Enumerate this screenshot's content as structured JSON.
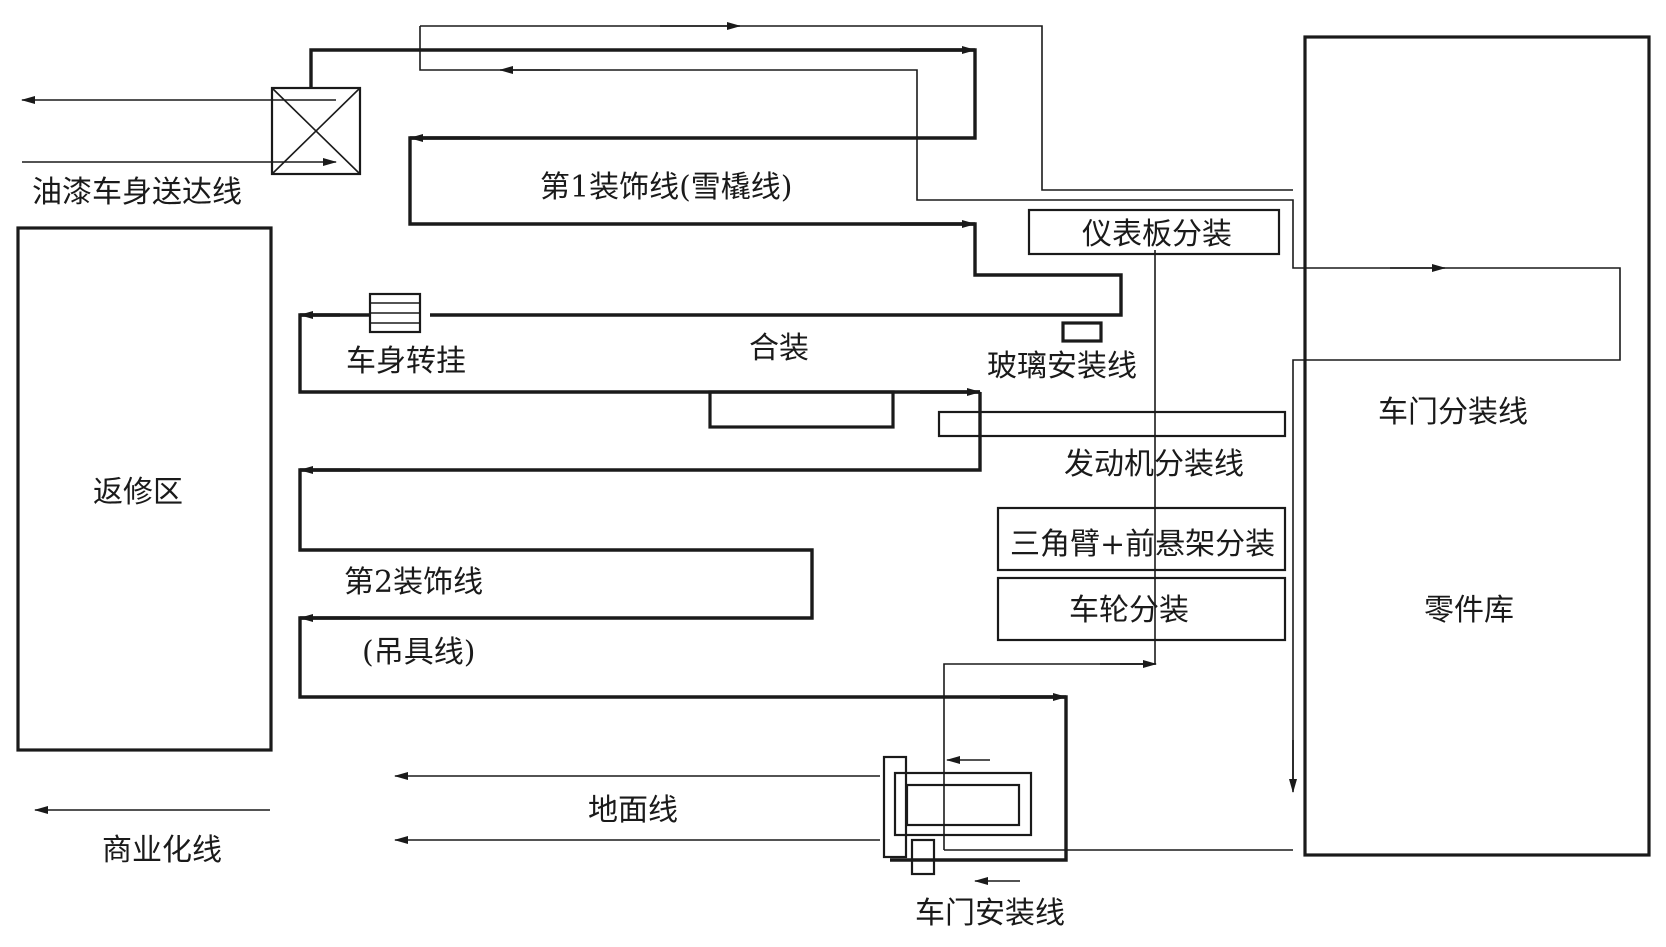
{
  "labels": {
    "paint_body_line": "油漆车身送达线",
    "repair_area": "返修区",
    "commercial_line": "商业化线",
    "trim_line_1": "第1装饰线(雪橇线)",
    "ip_subassembly": "仪表板分装",
    "body_transfer": "车身转挂",
    "marriage": "合装",
    "glass_install_line": "玻璃安装线",
    "engine_subassembly_line": "发动机分装线",
    "triangle_arm_front_suspension": "三角臂+前悬架分装",
    "wheel_subassembly": "车轮分装",
    "trim_line_2": "第2装饰线",
    "hoist_line": "(吊具线)",
    "ground_line": "地面线",
    "door_install_line": "车门安装线",
    "door_subassembly_line": "车门分装线",
    "parts_warehouse": "零件库"
  }
}
